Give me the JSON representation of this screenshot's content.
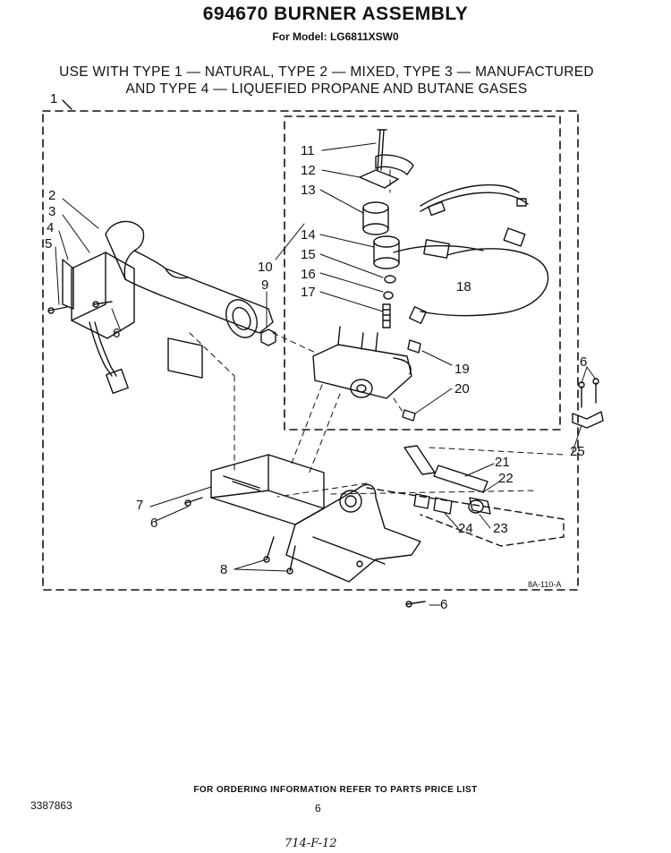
{
  "header": {
    "title": "694670 BURNER ASSEMBLY",
    "model": "For Model: LG6811XSW0",
    "note_line1": "USE WITH TYPE 1 — NATURAL, TYPE 2 — MIXED, TYPE 3 — MANUFACTURED",
    "note_line2": "AND TYPE 4 — LIQUEFIED PROPANE AND BUTANE GASES"
  },
  "callouts": {
    "c1": "1",
    "c2": "2",
    "c3": "3",
    "c4": "4",
    "c5": "5",
    "c6a": "6",
    "c6b": "6",
    "c6c": "6",
    "c6d": "6",
    "c7": "7",
    "c8": "8",
    "c9": "9",
    "c10": "10",
    "c11": "11",
    "c12": "12",
    "c13": "13",
    "c14": "14",
    "c15": "15",
    "c16": "16",
    "c17": "17",
    "c18": "18",
    "c19": "19",
    "c20": "20",
    "c21": "21",
    "c22": "22",
    "c23": "23",
    "c24": "24",
    "c25": "25"
  },
  "diagram_code": "8A-110-A",
  "footer": {
    "ordering": "FOR ORDERING INFORMATION REFER TO PARTS PRICE LIST",
    "doc_number": "3387863",
    "page_number": "6",
    "handwritten": "714-F-12"
  }
}
